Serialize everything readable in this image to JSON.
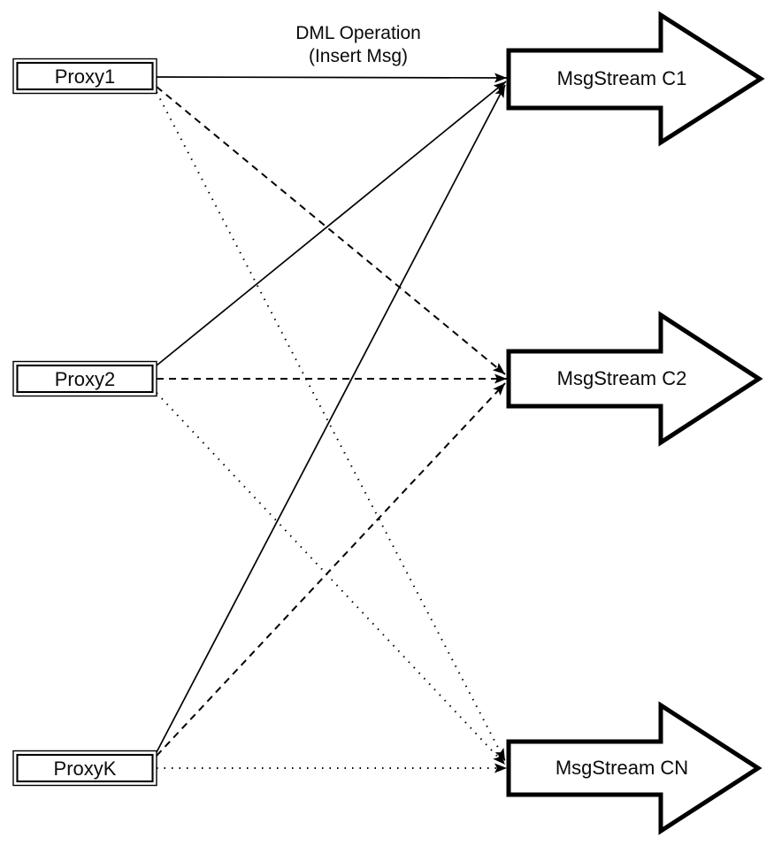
{
  "annotation": {
    "line1": "DML Operation",
    "line2": "(Insert Msg)"
  },
  "proxies": [
    {
      "label": "Proxy1"
    },
    {
      "label": "Proxy2"
    },
    {
      "label": "ProxyK"
    }
  ],
  "streams": [
    {
      "label": "MsgStream C1"
    },
    {
      "label": "MsgStream C2"
    },
    {
      "label": "MsgStream CN"
    }
  ],
  "edges": [
    {
      "from": "Proxy1",
      "to": "MsgStream C1",
      "style": "solid"
    },
    {
      "from": "Proxy2",
      "to": "MsgStream C1",
      "style": "solid"
    },
    {
      "from": "ProxyK",
      "to": "MsgStream C1",
      "style": "solid"
    },
    {
      "from": "Proxy1",
      "to": "MsgStream C2",
      "style": "dashed"
    },
    {
      "from": "Proxy2",
      "to": "MsgStream C2",
      "style": "dashed"
    },
    {
      "from": "ProxyK",
      "to": "MsgStream C2",
      "style": "dashed"
    },
    {
      "from": "Proxy1",
      "to": "MsgStream CN",
      "style": "dotted"
    },
    {
      "from": "Proxy2",
      "to": "MsgStream CN",
      "style": "dotted"
    },
    {
      "from": "ProxyK",
      "to": "MsgStream CN",
      "style": "dotted"
    }
  ],
  "colors": {
    "stroke": "#000000",
    "fill": "#ffffff",
    "background": "#ffffff"
  }
}
